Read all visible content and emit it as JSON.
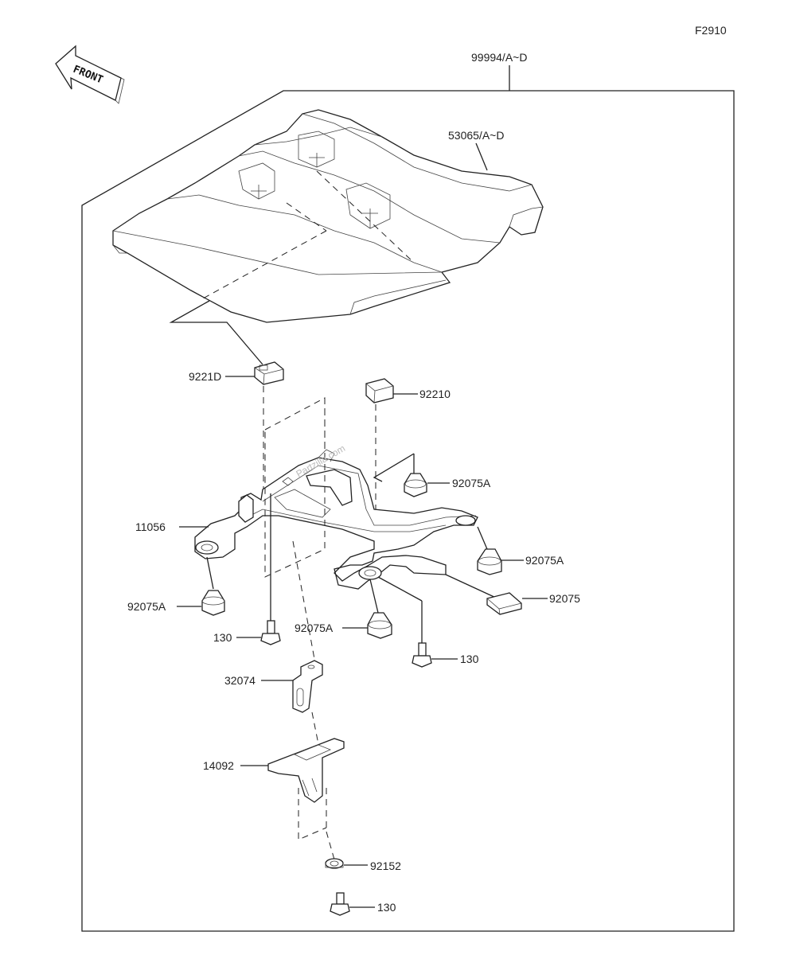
{
  "figure_code": "F2910",
  "front_label": "FRONT",
  "callouts": {
    "assembly": "99994/A~D",
    "cover": "53065/A~D",
    "nut_left": "9221D",
    "nut_right": "92210",
    "cushion_right_upper": "92075A",
    "bracket_main": "11056",
    "cushion_right_lower": "92075A",
    "pad": "92075",
    "cushion_left": "92075A",
    "cushion_center": "92075A",
    "bolt_left": "130",
    "bolt_right": "130",
    "stay": "32074",
    "plate": "14092",
    "washer": "92152",
    "bolt_bottom": "130"
  },
  "watermark": "Partzilla.com"
}
